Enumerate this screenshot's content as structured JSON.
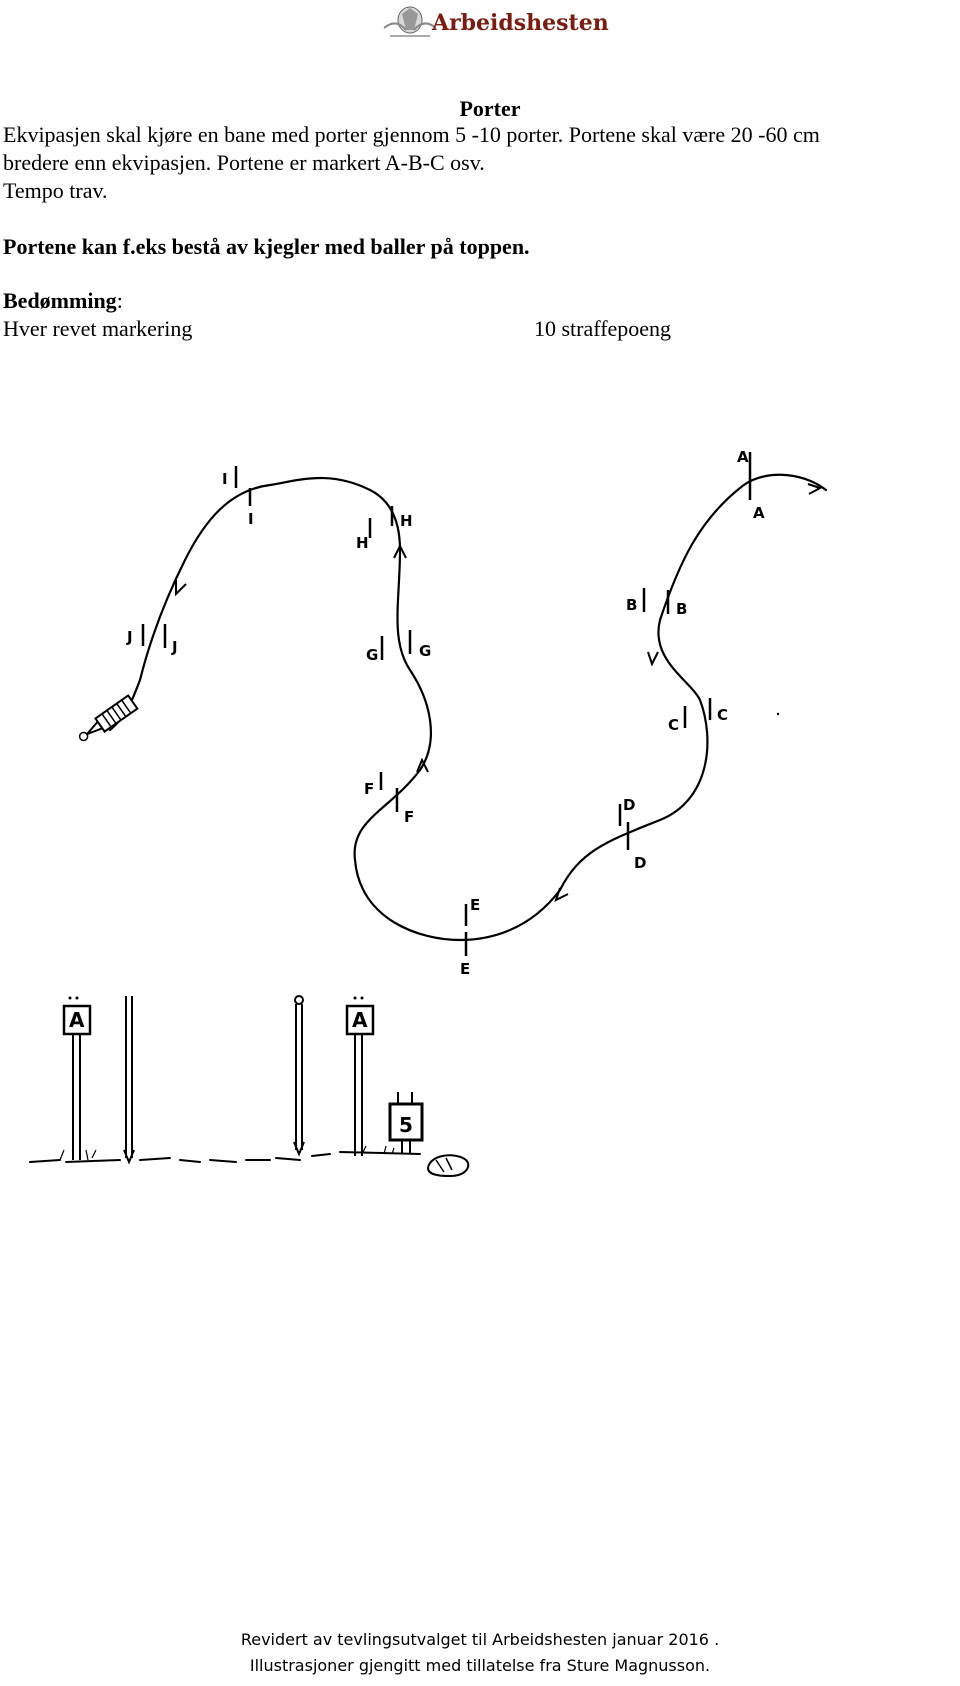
{
  "header": {
    "logo_text": "Arbeidshesten"
  },
  "heading": "Porter",
  "body": {
    "line1": "Ekvipasjen skal kjøre en bane med porter gjennom 5 -10 porter. Portene skal være 20 -60 cm",
    "line2": "bredere enn ekvipasjen. Portene er markert A-B-C osv.",
    "line3": "Tempo trav.",
    "bold_line": "Portene kan f.eks bestå av kjegler med baller på toppen.",
    "judging_label": "Bedømming",
    "judging_colon": ":",
    "rule_text": "Hver revet markering",
    "rule_value": "10 straffepoeng"
  },
  "illustration": {
    "gate_labels": [
      "A",
      "B",
      "C",
      "D",
      "E",
      "F",
      "G",
      "H",
      "I",
      "J"
    ],
    "sign_letter": "A",
    "number_sign": "5"
  },
  "footer": {
    "line1": "Revidert av tevlingsutvalget til Arbeidshesten januar 2016 .",
    "line2": "Illustrasjoner gjengitt med tillatelse fra Sture Magnusson."
  }
}
